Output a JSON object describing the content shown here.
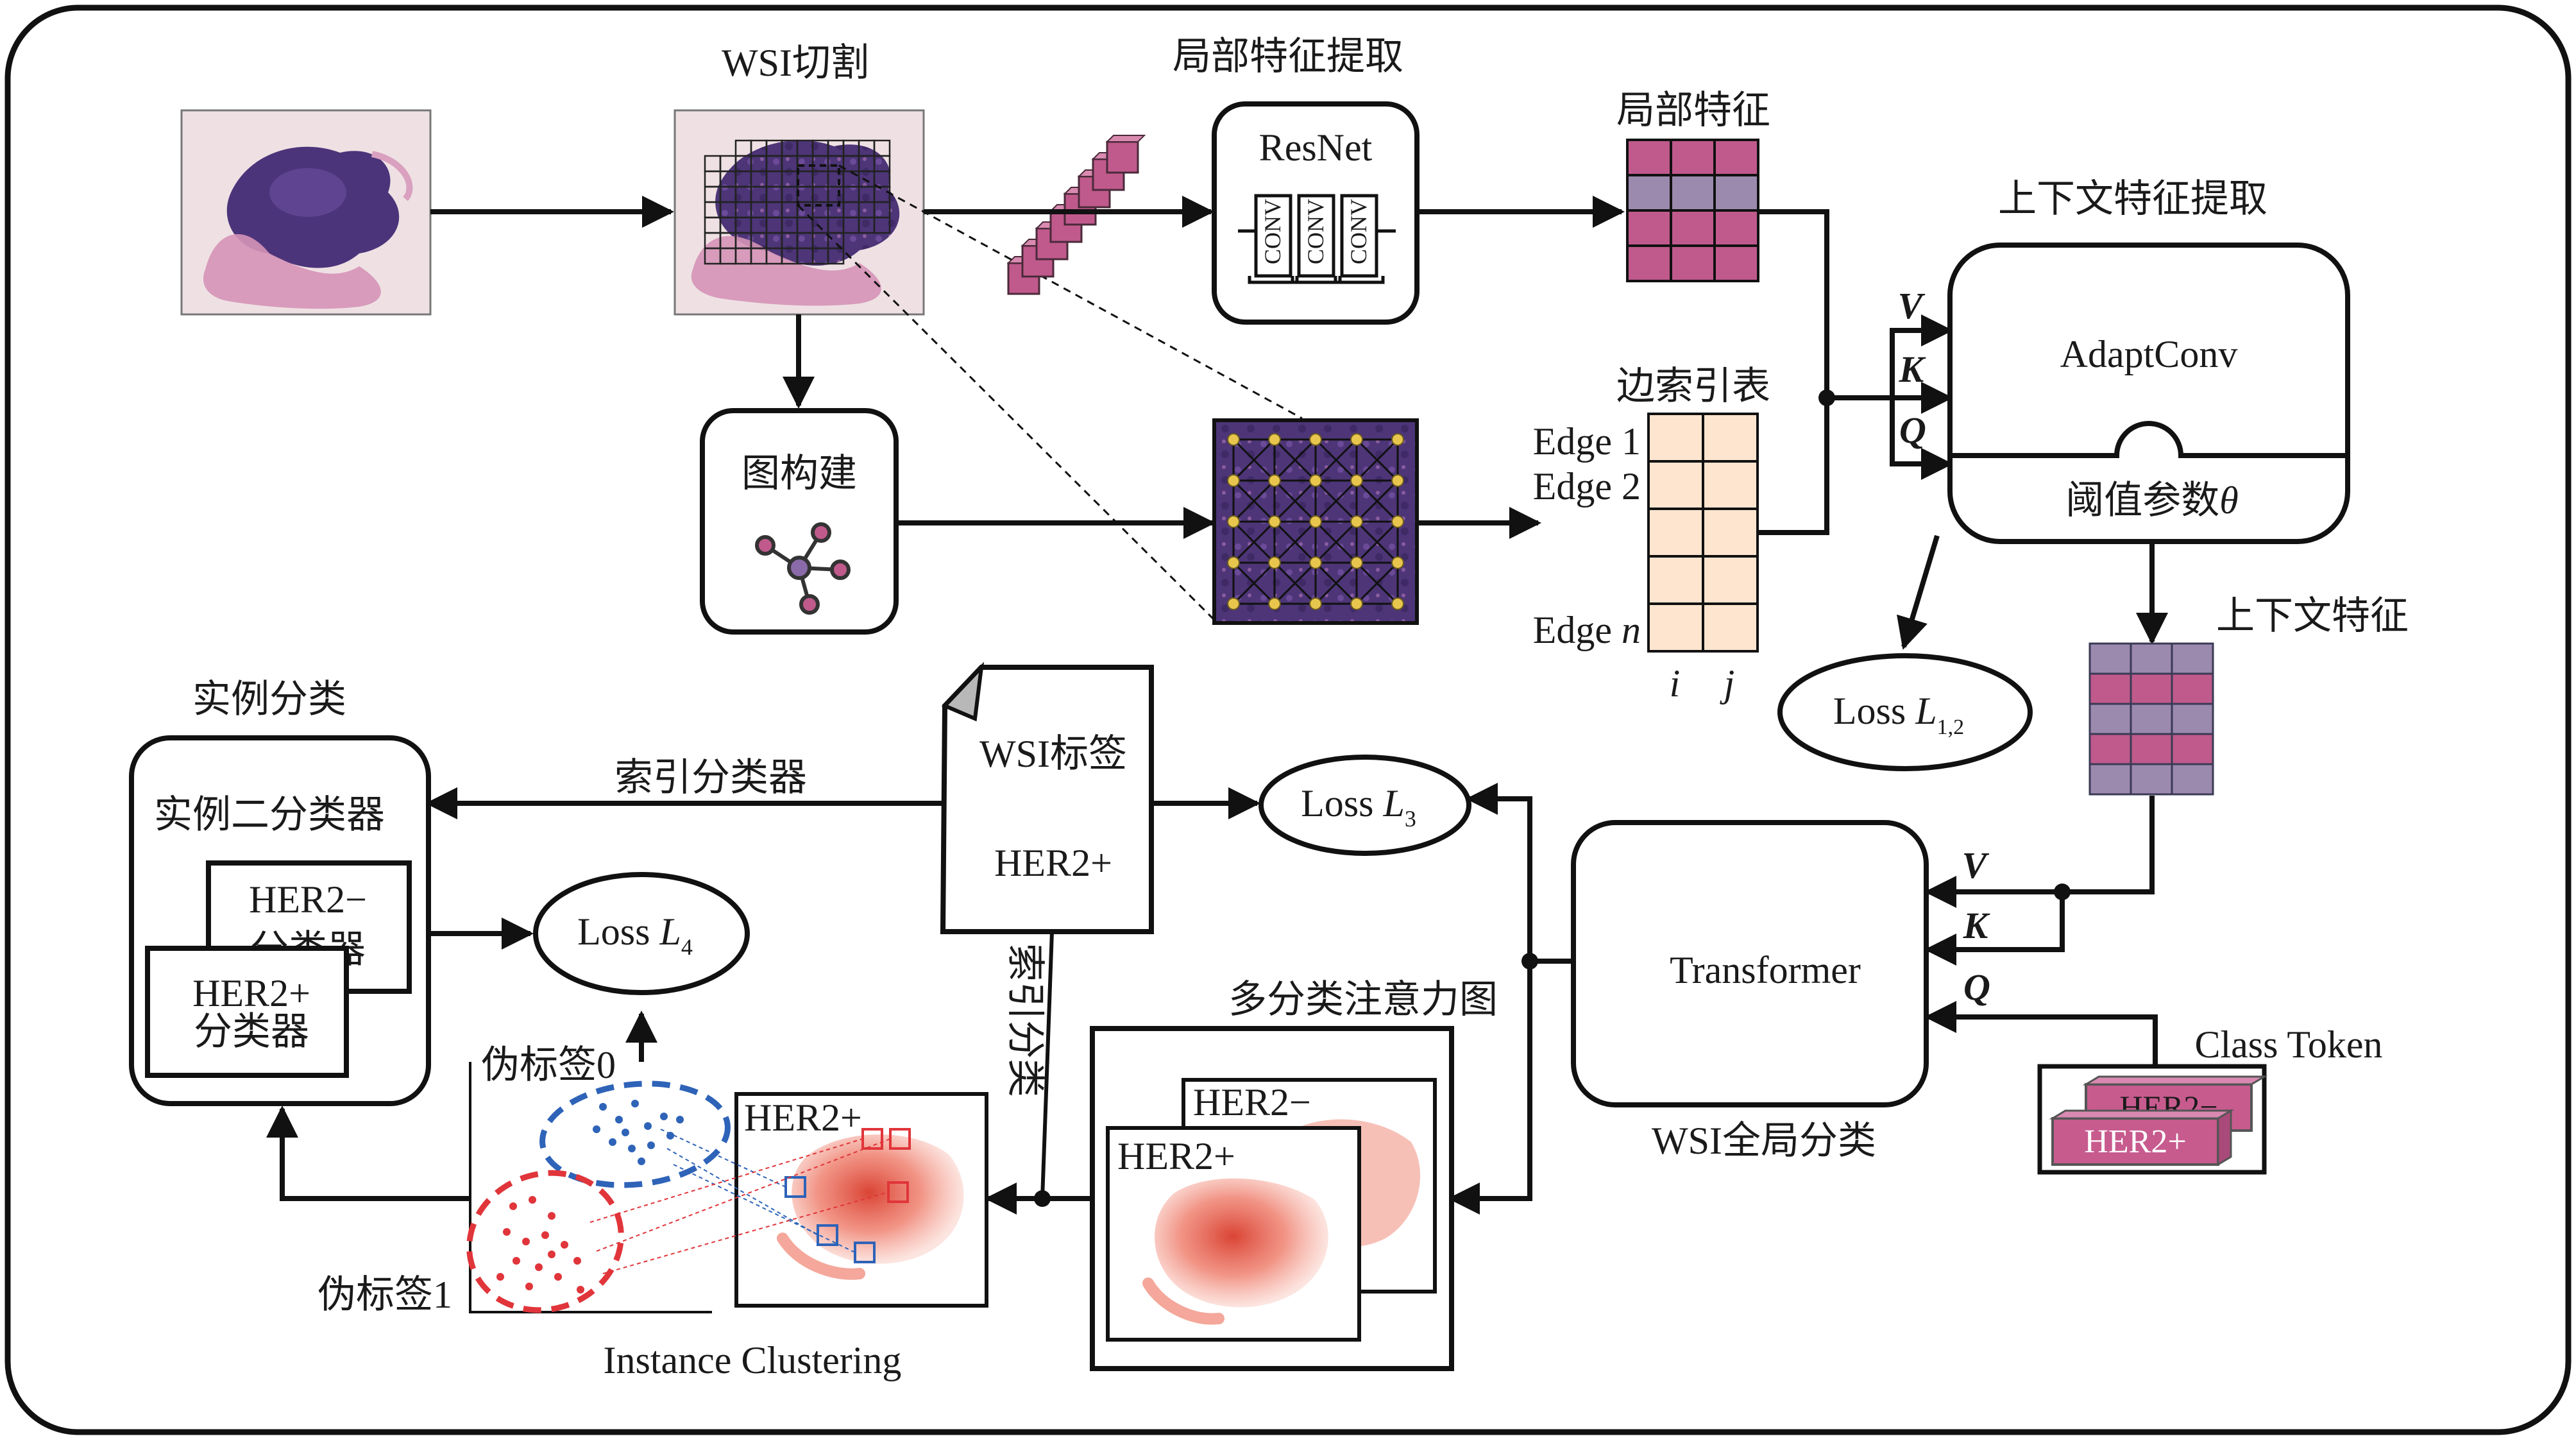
{
  "diagram": {
    "wsi_split_label": "WSI切割",
    "local_feature_extraction_label": "局部特征提取",
    "local_feature_label": "局部特征",
    "resnet_label": "ResNet",
    "conv_label": "CONV",
    "graph_build_label": "图构建",
    "edge_index_table_label": "边索引表",
    "edge_1": "Edge 1",
    "edge_2": "Edge 2",
    "edge_n_prefix": "Edge ",
    "edge_n_var": "n",
    "col_i": "i",
    "col_j": "j",
    "context_extraction_label": "上下文特征提取",
    "adaptconv_label": "AdaptConv",
    "threshold_label": "阈值参数",
    "threshold_symbol": "θ",
    "v_label": "V",
    "k_label": "K",
    "q_label": "Q",
    "context_feature_label": "上下文特征",
    "loss12_prefix": "Loss ",
    "loss12_var": "L",
    "loss12_sub": "1,2",
    "instance_classify_label": "实例分类",
    "instance_binary_classifier_label": "实例二分类器",
    "index_classifier_label": "索引分类器",
    "wsi_tag_label": "WSI标签",
    "her2_pos": "HER2+",
    "her2_neg": "HER2−",
    "her2_pos_classifier_line1": "HER2+",
    "her2_pos_classifier_line2": "分类器",
    "her2_neg_classifier_line1": "HER2−",
    "her2_neg_classifier_line2": "分类器",
    "loss3_prefix": "Loss ",
    "loss3_var": "L",
    "loss3_sub": "3",
    "loss4_prefix": "Loss ",
    "loss4_var": "L",
    "loss4_sub": "4",
    "pseudo_label_0": "伪标签0",
    "pseudo_label_1": "伪标签1",
    "instance_clustering_label": "Instance Clustering",
    "index_classify_vertical": "索引分类",
    "multi_class_attention_label": "多分类注意力图",
    "transformer_label": "Transformer",
    "wsi_global_classify_label": "WSI全局分类",
    "class_token_label": "Class Token"
  },
  "colors": {
    "patch_magenta": "#c05a8c",
    "patch_lavender": "#9c8aae",
    "tissue_purple": "#5a3c82",
    "tissue_pink": "#d993b8",
    "slide_bg": "#ecdfe0",
    "graph_node": "#e8c64e",
    "table_fill": "#fde5cf",
    "attention_red": "#e04a3a",
    "cluster_blue": "#2e63b8",
    "cluster_red": "#e0353a",
    "token_pink": "#c75b8e"
  }
}
